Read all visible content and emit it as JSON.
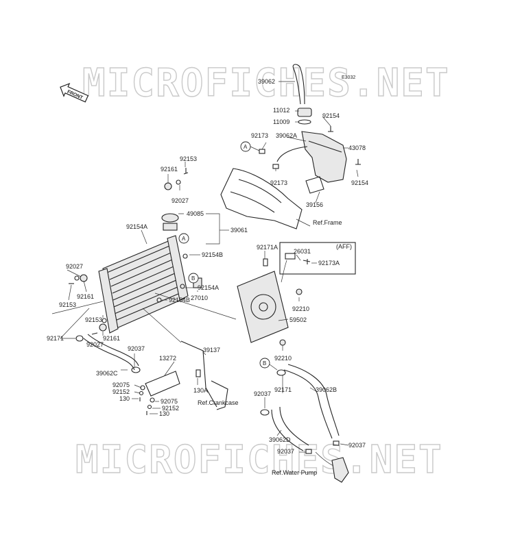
{
  "watermark": "MICROFICHES.NET",
  "diagram_code": "E3032",
  "front_label": "FRONT",
  "aff_label": "(AFF)",
  "refs": {
    "frame": "Ref.Frame",
    "crankcase": "Ref.Crankcase",
    "water_pump": "Ref.Water Pump"
  },
  "markers": {
    "a": "A",
    "b": "B"
  },
  "parts": {
    "p39062": "39062",
    "p11012": "11012",
    "p11009": "11009",
    "p92154_top": "92154",
    "p92173_top": "92173",
    "p39062A": "39062A",
    "p43078": "43078",
    "p92173_mid": "92173",
    "p92154_right": "92154",
    "p39156": "39156",
    "p92153_top": "92153",
    "p92161_top": "92161",
    "p92027_top": "92027",
    "p49085": "49085",
    "p39061": "39061",
    "p92154A_top": "92154A",
    "p92154B_a": "92154B",
    "p92027_left": "92027",
    "p92161_left": "92161",
    "p92153_left": "92153",
    "p92154A_mid": "92154A",
    "p27010": "27010",
    "p92154B_b": "92154B",
    "p92171A": "92171A",
    "p26031": "26031",
    "p92173A": "92173A",
    "p92210_a": "92210",
    "p59502": "59502",
    "p92153_low": "92153",
    "p92027_low": "92027",
    "p92161_low": "92161",
    "p92171_left": "92171",
    "p92037_left": "92037",
    "p39062C": "39062C",
    "p39137": "39137",
    "p13272": "13272",
    "p92075_a": "92075",
    "p92152_a": "92152",
    "p130_a": "130",
    "p92075_b": "92075",
    "p92152_b": "92152",
    "p130_b": "130",
    "p130A": "130A",
    "p92210_b": "92210",
    "p92037_mid": "92037",
    "p92171_mid": "92171",
    "p39062B": "39062B",
    "p39062D": "39062D",
    "p92037_right": "92037",
    "p92037_low": "92037"
  }
}
